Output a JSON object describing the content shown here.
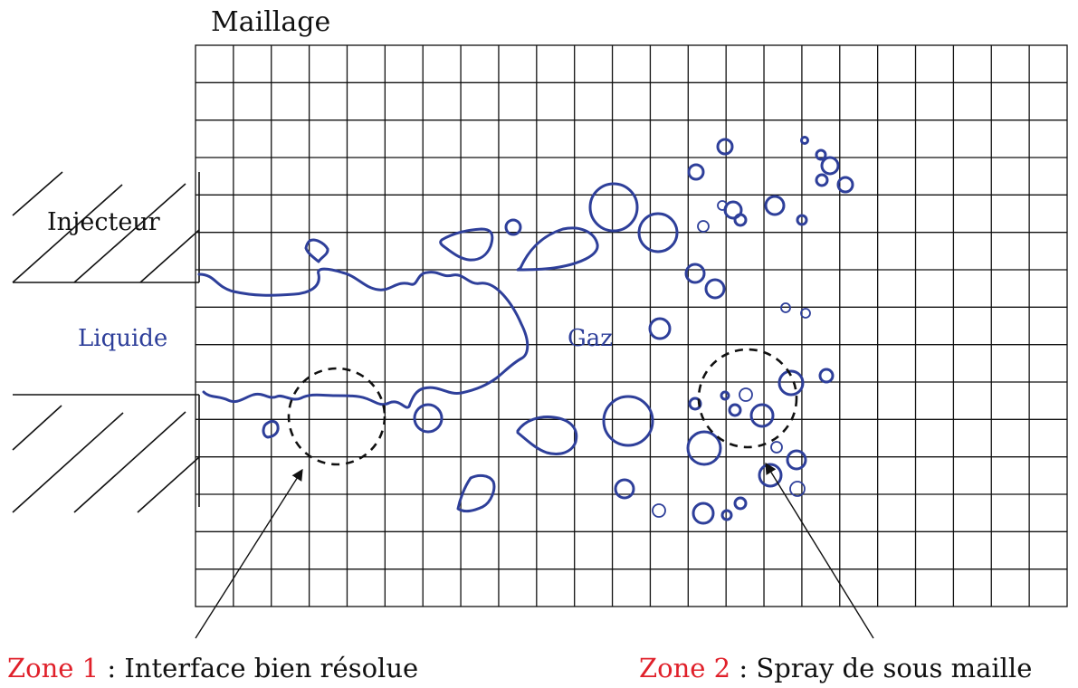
{
  "labels": {
    "mesh": "Maillage",
    "injector": "Injecteur",
    "liquid": "Liquide",
    "gas": "Gaz",
    "zone1_name": "Zone 1",
    "zone1_desc": " : Interface bien résolue",
    "zone2_name": "Zone 2",
    "zone2_desc": " : Spray de sous maille"
  },
  "colors": {
    "liquid": "#2e3f9a",
    "zone_label": "#e0202a",
    "ink": "#111111"
  }
}
